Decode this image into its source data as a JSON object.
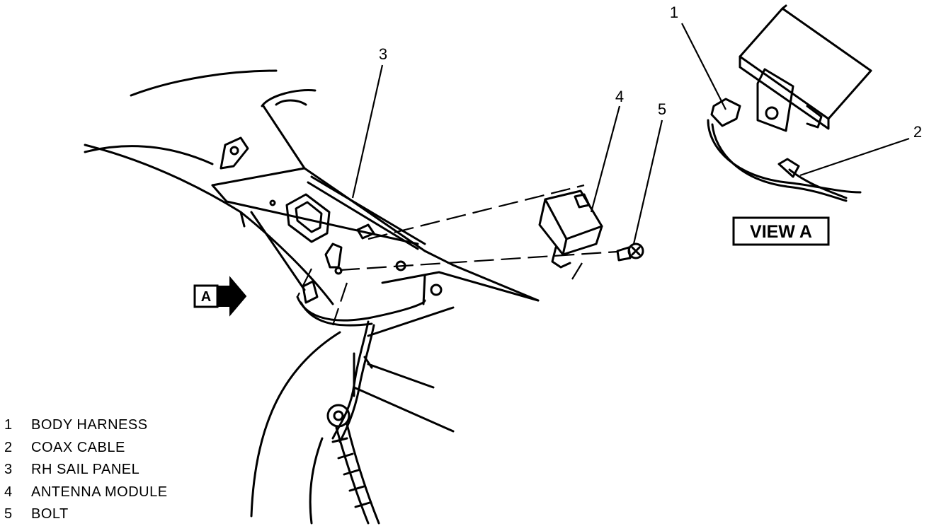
{
  "callouts": [
    "1",
    "2",
    "3",
    "4",
    "5"
  ],
  "view_label": "VIEW A",
  "view_arrow_letter": "A",
  "legend": [
    {
      "number": "1",
      "label": "BODY HARNESS"
    },
    {
      "number": "2",
      "label": "COAX CABLE"
    },
    {
      "number": "3",
      "label": "RH SAIL PANEL"
    },
    {
      "number": "4",
      "label": "ANTENNA MODULE"
    },
    {
      "number": "5",
      "label": "BOLT"
    }
  ]
}
